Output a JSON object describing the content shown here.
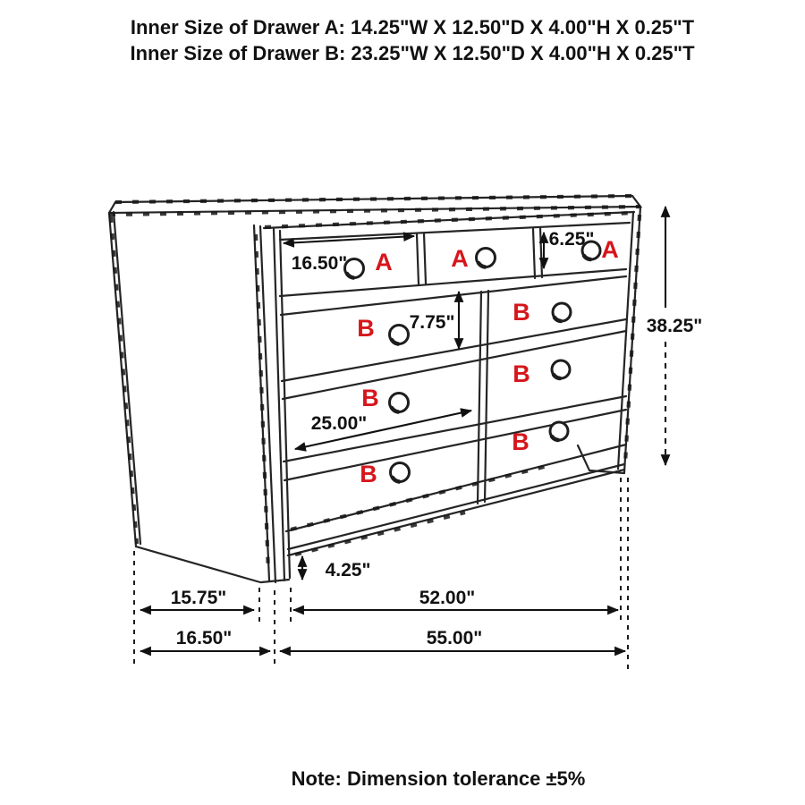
{
  "header": {
    "drawer_a_inner_size": "Inner Size of Drawer A: 14.25\"W X 12.50\"D X 4.00\"H X 0.25\"T",
    "drawer_b_inner_size": "Inner Size of Drawer B: 23.25\"W X 12.50\"D X 4.00\"H X 0.25\"T"
  },
  "diagram": {
    "labels": {
      "drawer_a": "A",
      "drawer_b": "B"
    },
    "dimensions": {
      "drawer_a_width": "16.50\"",
      "drawer_a_face_height": "6.25\"",
      "drawer_b_face_height": "7.75\"",
      "drawer_b_width": "25.00\"",
      "overall_height": "38.25\"",
      "leg_height": "4.25\"",
      "side_depth_inner": "15.75\"",
      "front_width_inner": "52.00\"",
      "side_depth_overall": "16.50\"",
      "front_width_overall": "55.00\""
    },
    "colors": {
      "label_red": "#d6161c",
      "line_dark": "#252525"
    }
  },
  "note": "Note: Dimension tolerance ±5%"
}
